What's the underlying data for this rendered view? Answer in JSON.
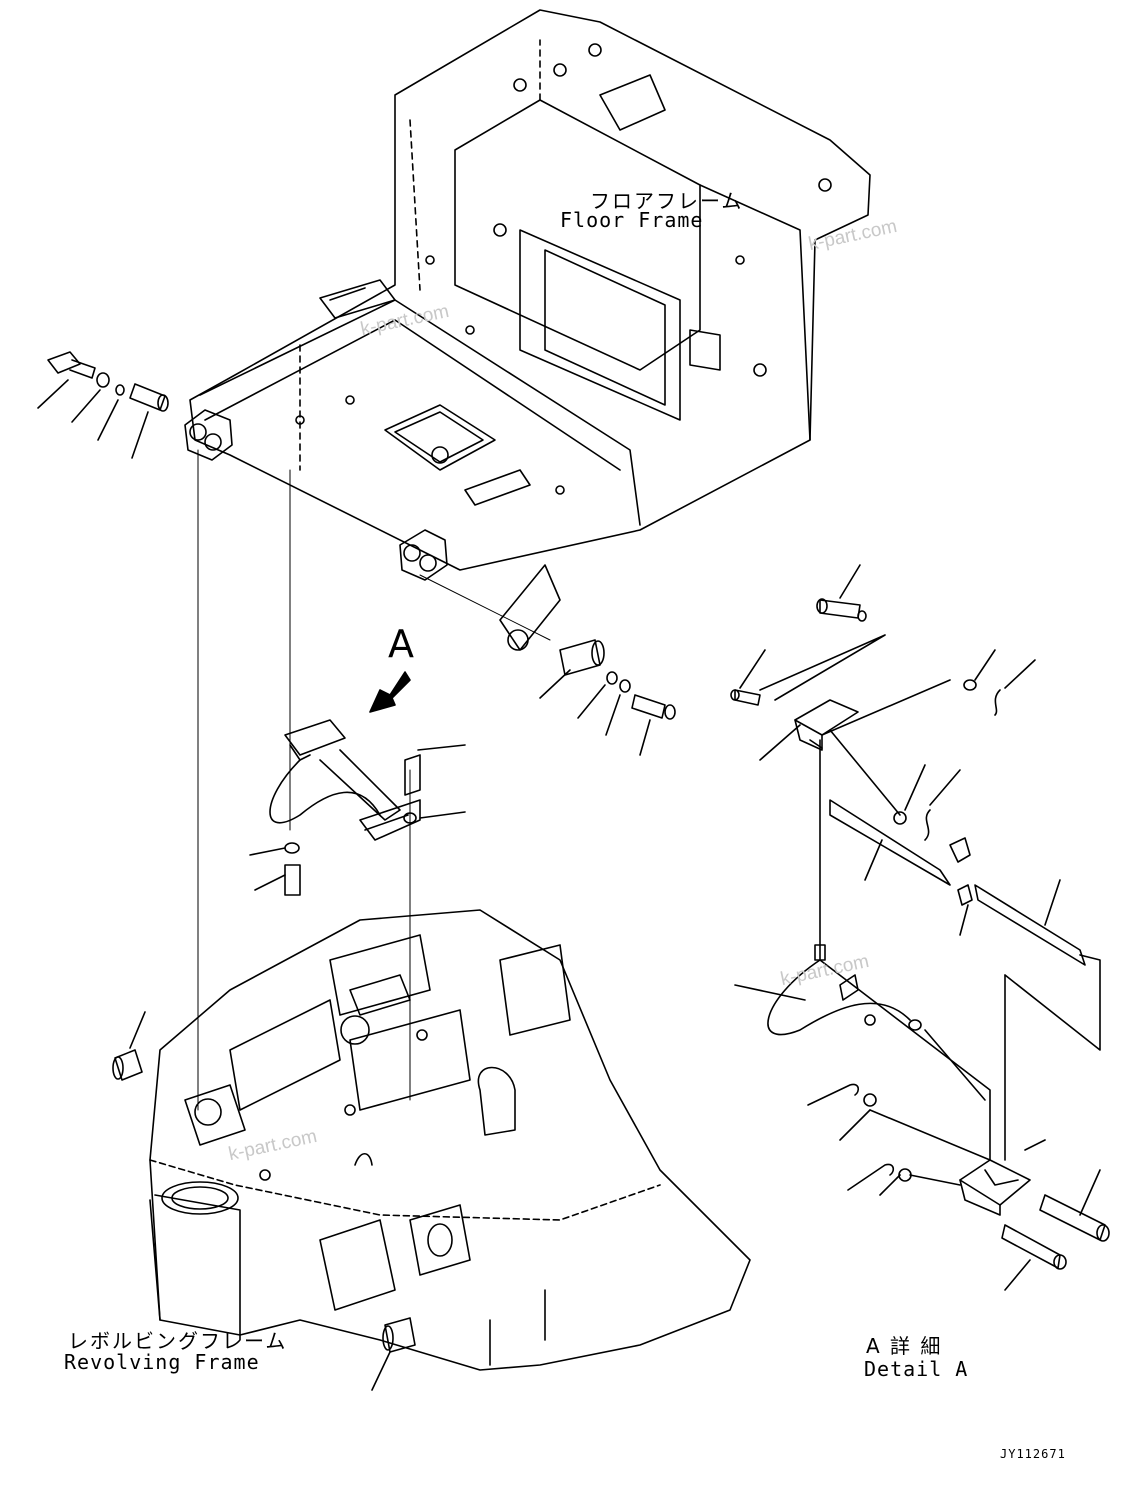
{
  "labels": {
    "floor_frame_jp": "フロアフレーム",
    "floor_frame_en": "Floor Frame",
    "revolving_frame_jp": "レボルビングフレーム",
    "revolving_frame_en": "Revolving Frame",
    "view_marker": "A",
    "detail_jp": "A 詳 細",
    "detail_en": "Detail A",
    "drawing_code": "JY112671"
  },
  "watermarks": [
    "k-part.com",
    "k-part.com",
    "k-part.com",
    "k-part.com"
  ]
}
